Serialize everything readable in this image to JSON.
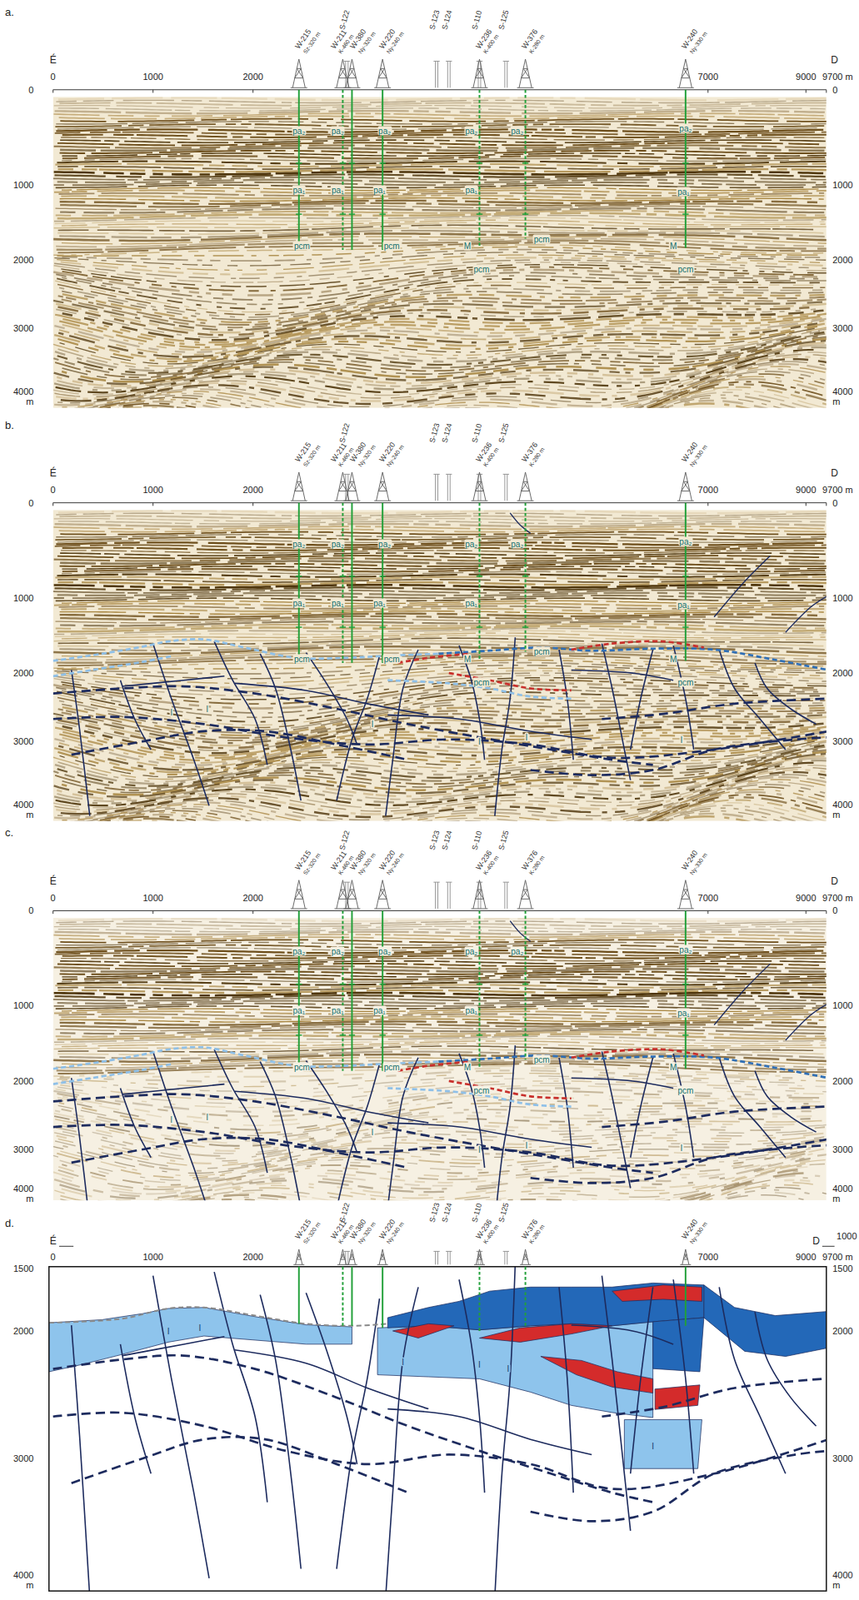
{
  "diagram": {
    "labels": [
      "a.",
      "É",
      "D",
      "0",
      "1000",
      "2000",
      "7000",
      "9000",
      "9700 m",
      "0",
      "1000",
      "2000",
      "3000",
      "4000 m",
      "0",
      "1000",
      "2000",
      "3000",
      "4000 m",
      "S-122",
      "S-123",
      "S-124",
      "S-110",
      "S-125",
      "W-215",
      "Sz-320 m",
      "W-211",
      "K-460 m",
      "W-380",
      "Ny-320 m",
      "W-220",
      "Ny-240 m",
      "W-236",
      "K-400 m",
      "W-376",
      "K-280 m",
      "W-240",
      "Ny-330 m",
      "pa₂",
      "pa₂",
      "pa₂",
      "pa₂",
      "pa₂",
      "pa₂",
      "pa₁",
      "pa₁",
      "pa₁",
      "pa₁",
      "pa₁",
      "pcm",
      "pcm",
      "pcm",
      "pcm",
      "pcm",
      "M",
      "M",
      "b.",
      "É",
      "D",
      "0",
      "1000",
      "2000",
      "7000",
      "9000",
      "9700 m",
      "0",
      "1000",
      "2000",
      "3000",
      "4000 m",
      "0",
      "1000",
      "2000",
      "3000",
      "4000 m",
      "S-122",
      "S-123",
      "S-124",
      "S-110",
      "S-125",
      "W-215",
      "Sz-320 m",
      "W-211",
      "K-460 m",
      "W-380",
      "Ny-320 m",
      "W-220",
      "Ny-240 m",
      "W-236",
      "K-400 m",
      "W-376",
      "K-280 m",
      "W-240",
      "Ny-330 m",
      "pa₂",
      "pa₂",
      "pa₂",
      "pa₂",
      "pa₂",
      "pa₂",
      "pa₁",
      "pa₁",
      "pa₁",
      "pa₁",
      "pa₁",
      "pcm",
      "pcm",
      "pcm",
      "pcm",
      "pcm",
      "M",
      "M",
      "I",
      "I",
      "I",
      "I",
      "I",
      "I",
      "c.",
      "É",
      "D",
      "0",
      "1000",
      "2000",
      "7000",
      "9000",
      "9700 m",
      "0",
      "1000",
      "2000",
      "3000",
      "4000 m",
      "0",
      "1000",
      "2000",
      "3000",
      "4000 m",
      "S-122",
      "S-123",
      "S-124",
      "S-110",
      "S-125",
      "W-215",
      "Sz-320 m",
      "W-211",
      "K-460 m",
      "W-380",
      "Ny-320 m",
      "W-220",
      "Ny-240 m",
      "W-236",
      "K-400 m",
      "W-376",
      "K-280 m",
      "W-240",
      "Ny-330 m",
      "pa₂",
      "pa₂",
      "pa₂",
      "pa₂",
      "pa₂",
      "pa₂",
      "pa₁",
      "pa₁",
      "pa₁",
      "pa₁",
      "pa₁",
      "pcm",
      "pcm",
      "pcm",
      "pcm",
      "pcm",
      "M",
      "M",
      "I",
      "I",
      "I",
      "I",
      "I",
      "I",
      "d.",
      "É",
      "D",
      "0",
      "1000",
      "2000",
      "7000",
      "9000",
      "9700 m",
      "1500",
      "2000",
      "3000",
      "4000 m",
      "1000",
      "1500",
      "2000",
      "3000",
      "4000 m",
      "S-122",
      "S-123",
      "S-124",
      "S-110",
      "S-125",
      "W-215",
      "Sz-320 m",
      "W-211",
      "K-460 m",
      "W-380",
      "Ny-320 m",
      "W-220",
      "Ny-240 m",
      "W-236",
      "K-400 m",
      "W-376",
      "K-280 m",
      "W-240",
      "Ny-330 m",
      "I",
      "I",
      "I",
      "I",
      "I",
      "I"
    ]
  }
}
